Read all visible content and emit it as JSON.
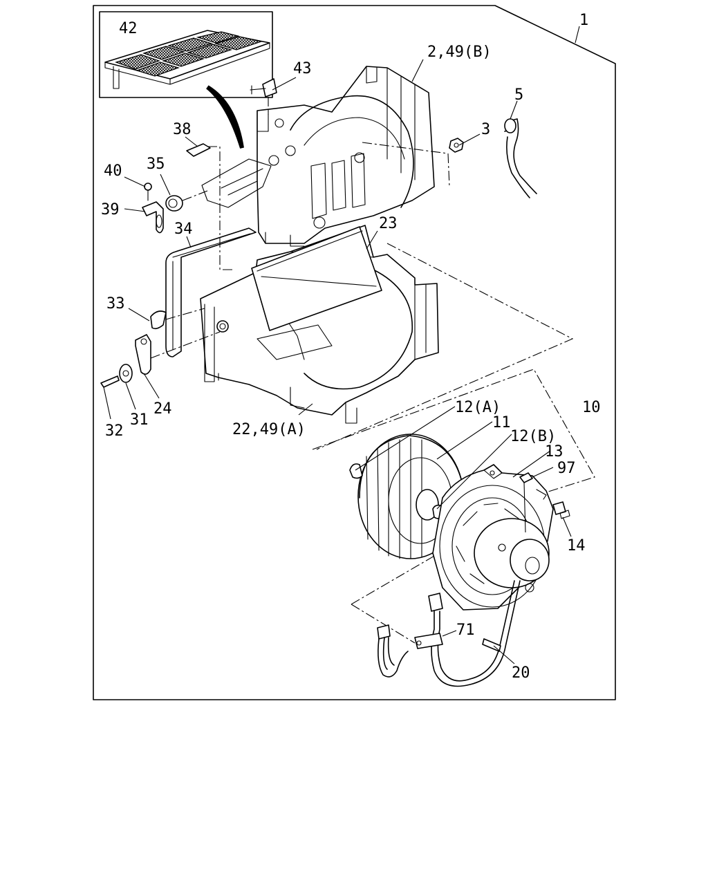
{
  "callouts": {
    "c1": "1",
    "c2": "2,49(B)",
    "c3": "3",
    "c5": "5",
    "c10": "10",
    "c11": "11",
    "c12a": "12(A)",
    "c12b": "12(B)",
    "c13": "13",
    "c14": "14",
    "c20": "20",
    "c22": "22,49(A)",
    "c23": "23",
    "c24": "24",
    "c31": "31",
    "c32": "32",
    "c33": "33",
    "c34": "34",
    "c35": "35",
    "c38": "38",
    "c39": "39",
    "c40": "40",
    "c42": "42",
    "c43": "43",
    "c71": "71",
    "c97": "97"
  }
}
